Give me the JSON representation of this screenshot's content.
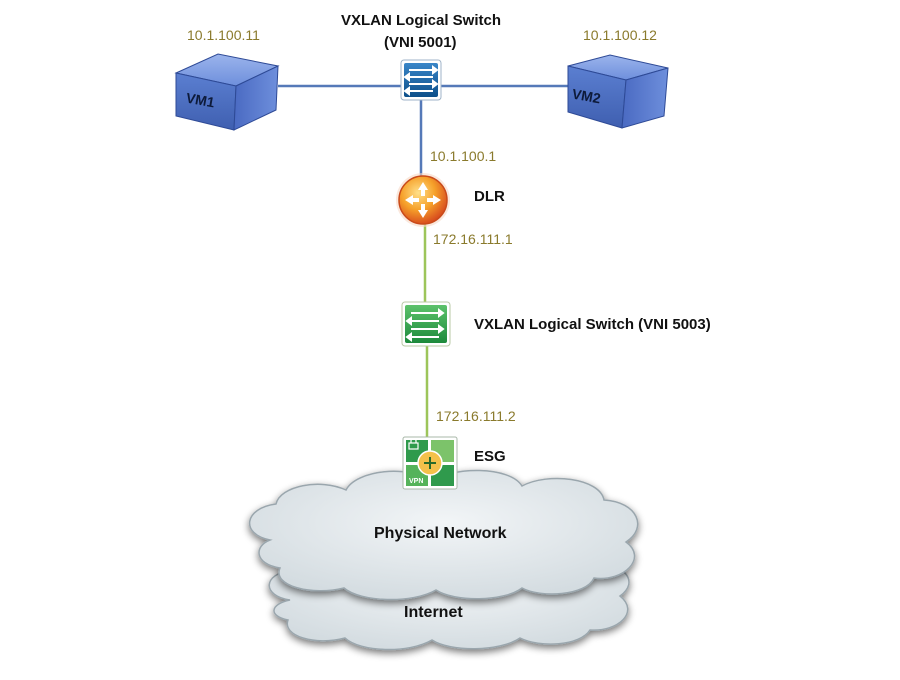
{
  "switch1": {
    "title_line1": "VXLAN Logical Switch",
    "title_line2": "(VNI 5001)"
  },
  "vm1": {
    "name": "VM1",
    "ip": "10.1.100.11"
  },
  "vm2": {
    "name": "VM2",
    "ip": "10.1.100.12"
  },
  "dlr": {
    "label": "DLR",
    "ip_upper": "10.1.100.1",
    "ip_lower": "172.16.111.1"
  },
  "switch2": {
    "label": "VXLAN Logical Switch (VNI 5003)"
  },
  "esg": {
    "label": "ESG",
    "ip": "172.16.111.2",
    "badge_text": "VPN"
  },
  "clouds": {
    "physical": "Physical Network",
    "internet": "Internet"
  },
  "colors": {
    "vm_blue": "#5b7fd1",
    "link_blue": "#5579b8",
    "link_green": "#9dc55a",
    "ip_text": "#8a7a2c",
    "cloud_fill": "#dfe6ea"
  }
}
